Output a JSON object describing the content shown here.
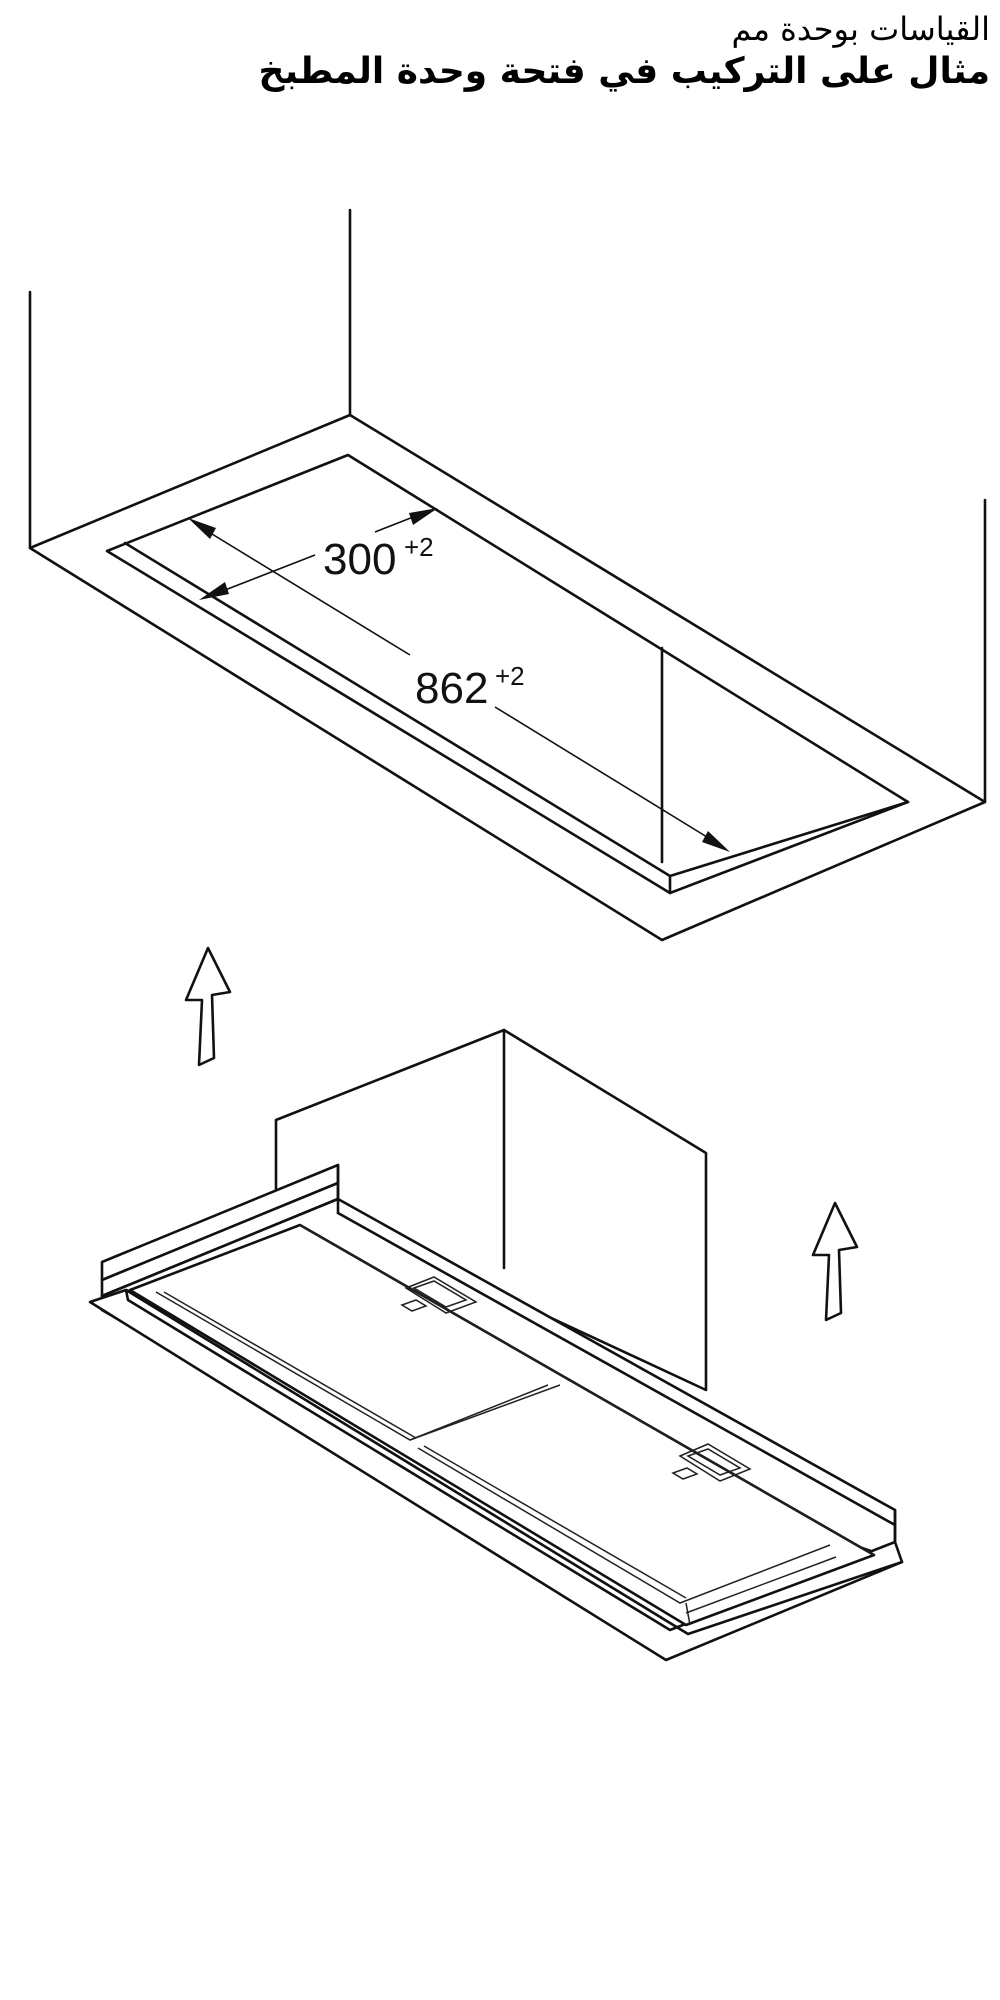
{
  "header": {
    "units_note": "القياسات بوحدة مم",
    "title": "مثال على التركيب في فتحة وحدة المطبخ"
  },
  "dimensions": {
    "depth": {
      "value": "300",
      "tolerance": "+2"
    },
    "width": {
      "value": "862",
      "tolerance": "+2"
    }
  }
}
